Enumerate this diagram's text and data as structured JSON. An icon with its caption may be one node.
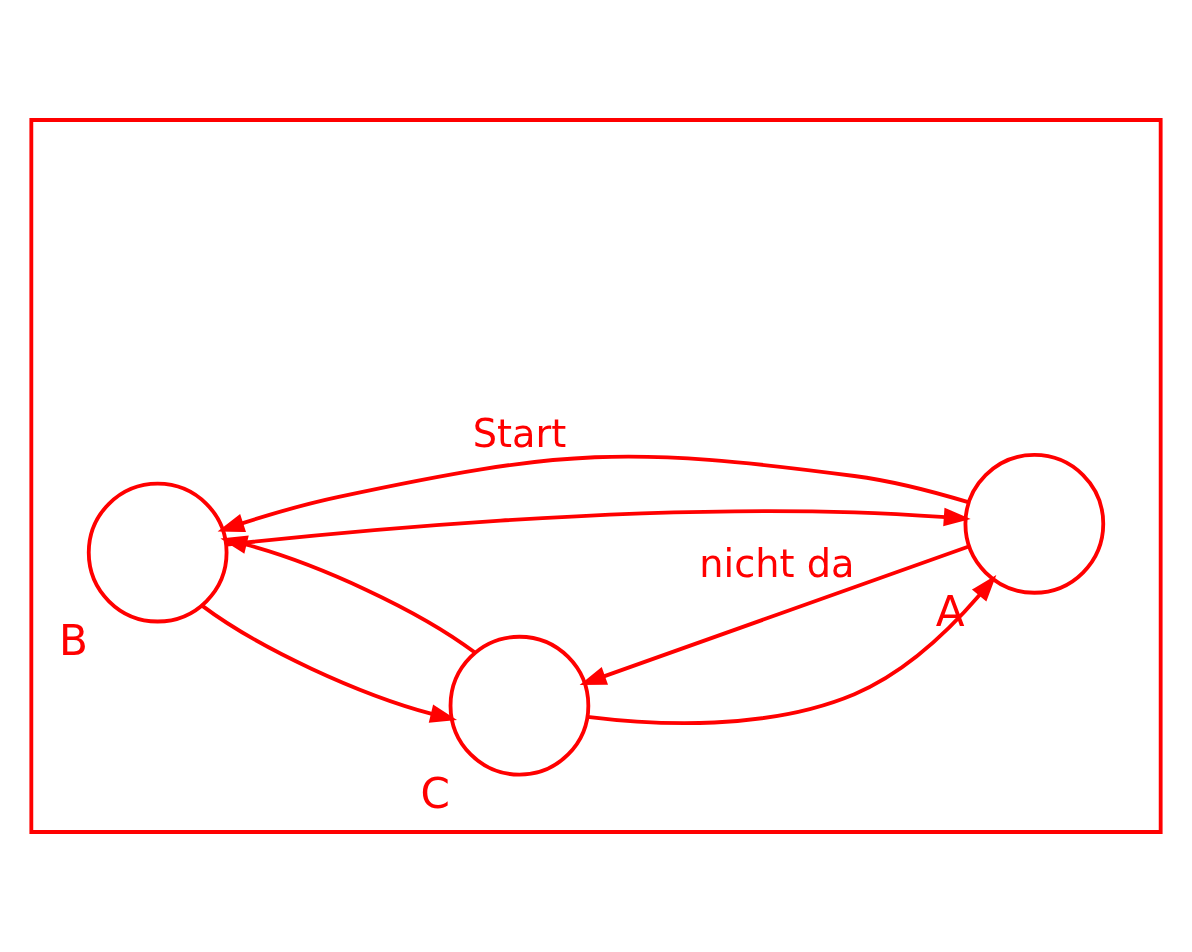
{
  "diagram": {
    "nodes": [
      {
        "text": [],
        "shape": "box"
      },
      {
        "text": [],
        "shape": "circle",
        "beside": [
          "B"
        ],
        "in": 0
      },
      {
        "text": [],
        "shape": "circle",
        "beside": [
          "C"
        ],
        "in": 0
      },
      {
        "text": [],
        "shape": "circle",
        "beside": [
          "A"
        ],
        "in": 0
      }
    ],
    "edges": [
      {
        "from": 1,
        "to": 2,
        "arrow": "to"
      },
      {
        "from": 2,
        "to": 1,
        "arrow": "to"
      },
      {
        "from": 1,
        "to": 3,
        "arrow": "to"
      },
      {
        "from": 3,
        "to": 1,
        "arrow": "to",
        "label": "Start"
      },
      {
        "from": 2,
        "to": 3,
        "arrow": "to"
      },
      {
        "from": 3,
        "to": 2,
        "arrow": "to",
        "label": "nicht da"
      }
    ]
  }
}
